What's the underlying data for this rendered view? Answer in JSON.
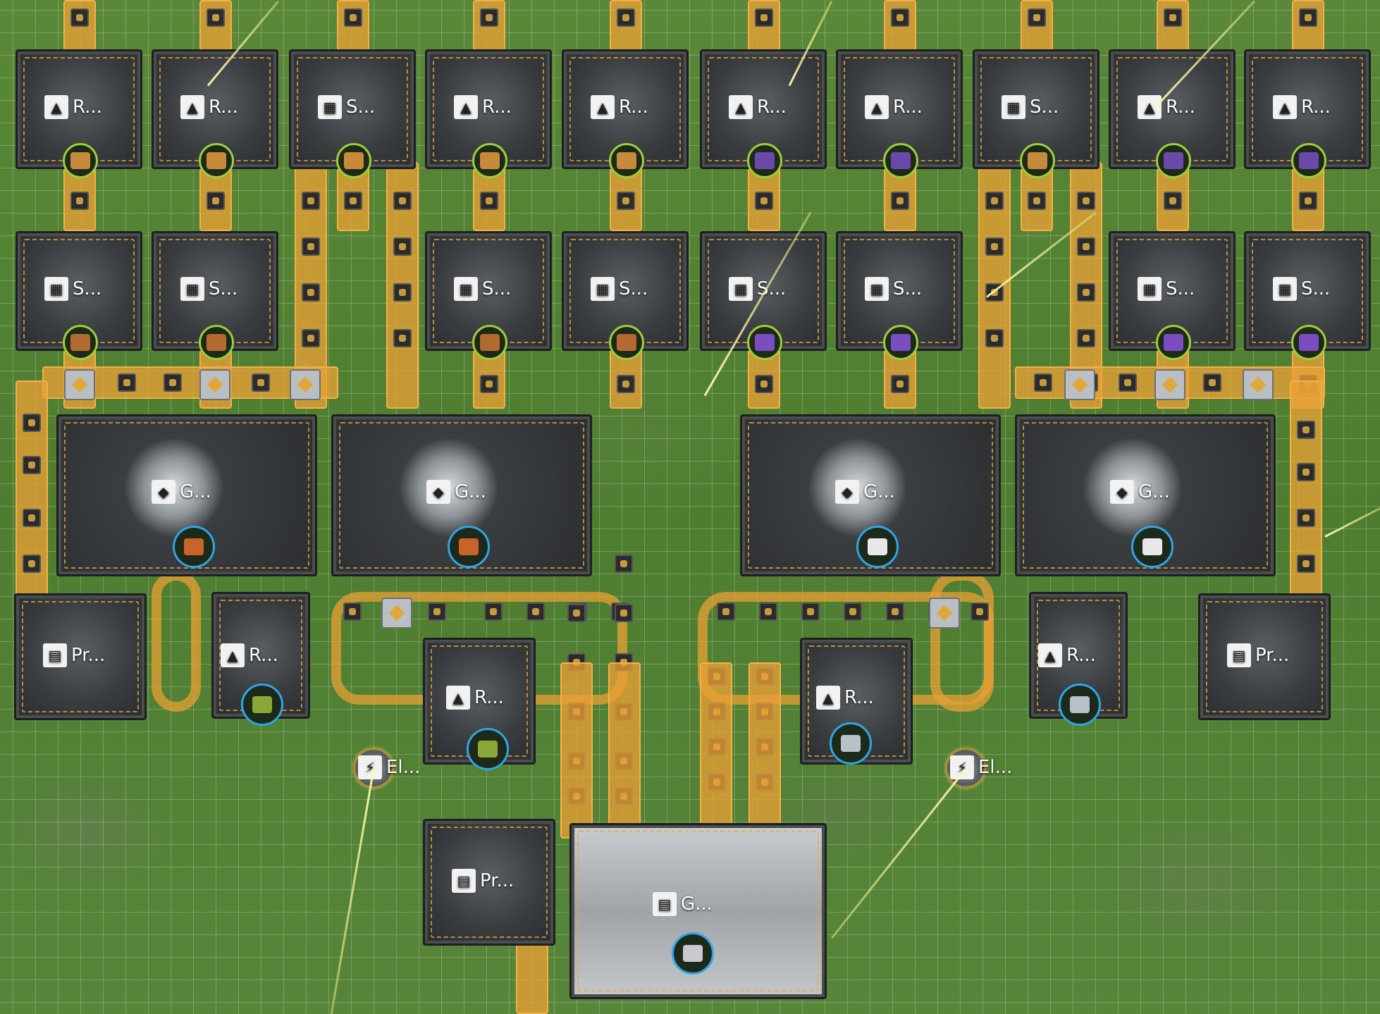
{
  "icons": {
    "refining": "refining-unit-icon",
    "shredding": "shredding-unit-icon",
    "grinding": "grinding-unit-icon",
    "packaging": "packaging-unit-icon",
    "gearing": "gearing-unit-icon",
    "relay": "electric-pylon-icon"
  },
  "colors": {
    "belt": "#e8a034",
    "badge_green": "#9bcf3b",
    "badge_blue": "#2ea6e6",
    "ore_amber": "#c58a3a",
    "ore_purple": "#6a4aa8",
    "block_orange": "#c8642a",
    "block_white": "#e8e8ea"
  },
  "row1": [
    {
      "label": "R...",
      "icon": "refining-unit-icon",
      "badge": "amber-ore"
    },
    {
      "label": "R...",
      "icon": "refining-unit-icon",
      "badge": "amber-ore"
    },
    {
      "label": "S...",
      "icon": "shredding-unit-icon",
      "badge": "amber-ore"
    },
    {
      "label": "R...",
      "icon": "refining-unit-icon",
      "badge": "amber-ore"
    },
    {
      "label": "R...",
      "icon": "refining-unit-icon",
      "badge": "amber-ore"
    },
    {
      "label": "R...",
      "icon": "refining-unit-icon",
      "badge": "purple-crystal"
    },
    {
      "label": "R...",
      "icon": "refining-unit-icon",
      "badge": "purple-crystal"
    },
    {
      "label": "S...",
      "icon": "shredding-unit-icon",
      "badge": "amber-ore"
    },
    {
      "label": "R...",
      "icon": "refining-unit-icon",
      "badge": "purple-crystal"
    },
    {
      "label": "R...",
      "icon": "refining-unit-icon",
      "badge": "purple-crystal"
    }
  ],
  "row2": [
    {
      "label": "S...",
      "icon": "shredding-unit-icon",
      "badge": "amber-powder"
    },
    {
      "label": "S...",
      "icon": "shredding-unit-icon",
      "badge": "amber-powder"
    },
    {
      "label": "S...",
      "icon": "shredding-unit-icon",
      "badge": "amber-powder"
    },
    {
      "label": "S...",
      "icon": "shredding-unit-icon",
      "badge": "amber-powder"
    },
    {
      "label": "S...",
      "icon": "shredding-unit-icon",
      "badge": "purple-powder"
    },
    {
      "label": "S...",
      "icon": "shredding-unit-icon",
      "badge": "purple-powder"
    },
    {
      "label": "S...",
      "icon": "shredding-unit-icon",
      "badge": "purple-powder"
    },
    {
      "label": "S...",
      "icon": "shredding-unit-icon",
      "badge": "purple-powder"
    }
  ],
  "grinders": [
    {
      "label": "G...",
      "icon": "grinding-unit-icon",
      "badge": "orange-block"
    },
    {
      "label": "G...",
      "icon": "grinding-unit-icon",
      "badge": "orange-block"
    },
    {
      "label": "G...",
      "icon": "grinding-unit-icon",
      "badge": "white-block"
    },
    {
      "label": "G...",
      "icon": "grinding-unit-icon",
      "badge": "white-block"
    }
  ],
  "lower": {
    "packager_left": {
      "label": "Pr...",
      "icon": "packaging-unit-icon"
    },
    "packager_right": {
      "label": "Pr...",
      "icon": "packaging-unit-icon"
    },
    "packager_bottom": {
      "label": "Pr...",
      "icon": "packaging-unit-icon"
    },
    "refiner_a": {
      "label": "R...",
      "icon": "refining-unit-icon",
      "badge": "green-pyramid"
    },
    "refiner_b": {
      "label": "R...",
      "icon": "refining-unit-icon",
      "badge": "green-pyramid"
    },
    "refiner_c": {
      "label": "R...",
      "icon": "refining-unit-icon",
      "badge": "silver-wire"
    },
    "refiner_d": {
      "label": "R...",
      "icon": "refining-unit-icon",
      "badge": "silver-wire"
    },
    "relay_left": {
      "label": "El...",
      "icon": "electric-pylon-icon"
    },
    "relay_right": {
      "label": "El...",
      "icon": "electric-pylon-icon"
    },
    "hub": {
      "label": "G...",
      "icon": "gearing-unit-icon",
      "badge": "disc-component"
    }
  }
}
